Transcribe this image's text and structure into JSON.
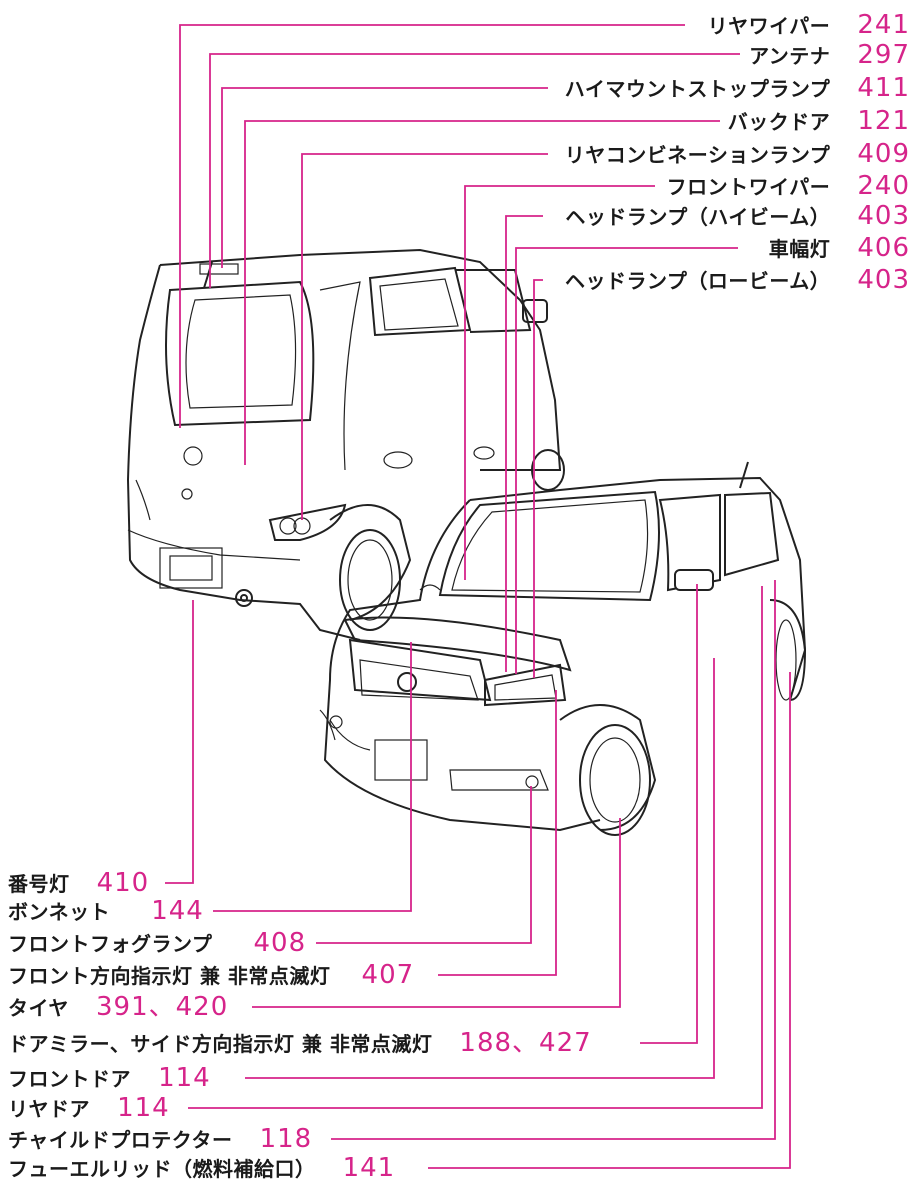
{
  "callouts_top": [
    {
      "name": "リヤワイパー",
      "page": "241"
    },
    {
      "name": "アンテナ",
      "page": "297"
    },
    {
      "name": "ハイマウントストップランプ",
      "page": "411"
    },
    {
      "name": "バックドア",
      "page": "121"
    },
    {
      "name": "リヤコンビネーションランプ",
      "page": "409"
    },
    {
      "name": "フロントワイパー",
      "page": "240"
    },
    {
      "name": "ヘッドランプ（ハイビーム）",
      "page": "403"
    },
    {
      "name": "車幅灯",
      "page": "406"
    },
    {
      "name": "ヘッドランプ（ロービーム）",
      "page": "403"
    }
  ],
  "callouts_bottom": [
    {
      "name": "番号灯",
      "page": "410"
    },
    {
      "name": "ボンネット",
      "page": "144"
    },
    {
      "name": "フロントフォグランプ",
      "page": "408"
    },
    {
      "name": "フロント方向指示灯 兼 非常点滅灯",
      "page": "407"
    },
    {
      "name": "タイヤ",
      "page": "391、420"
    },
    {
      "name": "ドアミラー、サイド方向指示灯 兼 非常点滅灯",
      "page": "188、427"
    },
    {
      "name": "フロントドア",
      "page": "114"
    },
    {
      "name": "リヤドア",
      "page": "114"
    },
    {
      "name": "チャイルドプロテクター",
      "page": "118"
    },
    {
      "name": "フューエルリッド（燃料補給口）",
      "page": "141"
    }
  ],
  "colors": {
    "accent": "#d6248a",
    "line_art": "#222222"
  }
}
